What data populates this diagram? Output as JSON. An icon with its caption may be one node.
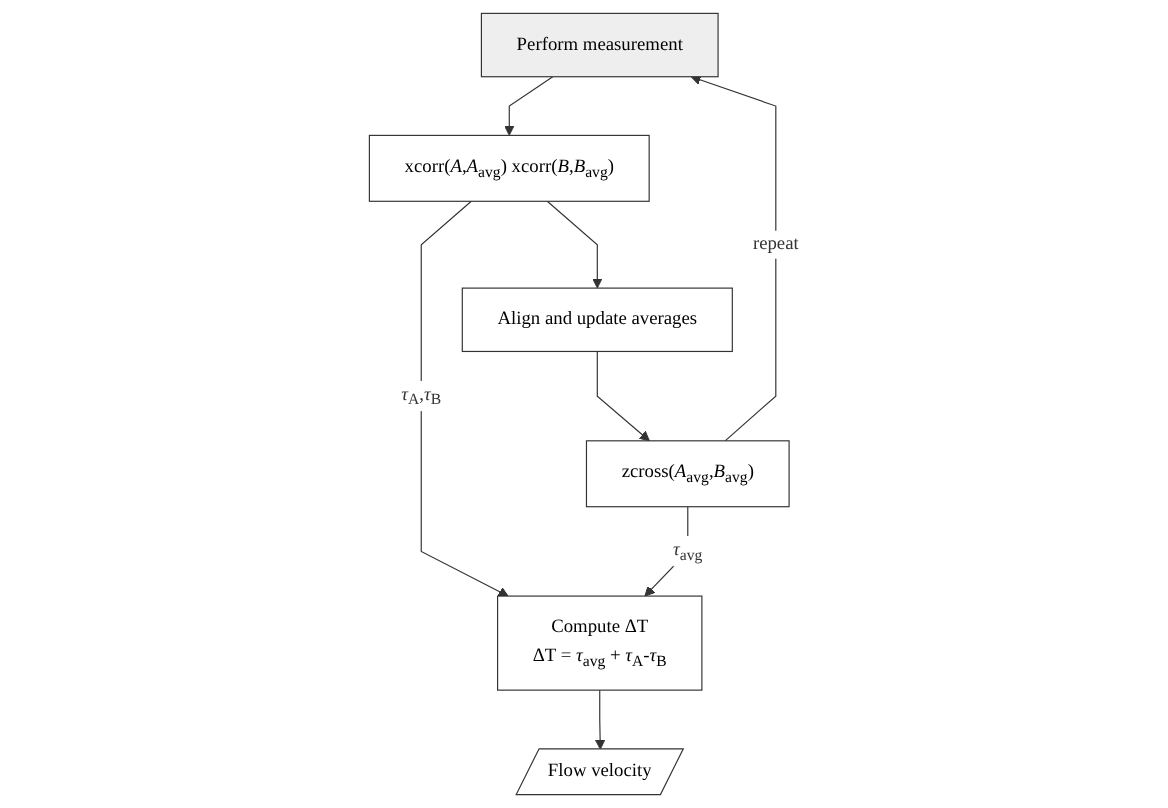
{
  "diagram": {
    "nodes": [
      {
        "text": [
          "Perform measurement"
        ]
      },
      {
        "text": [
          "xcorr(*A*,*A*$_{avg}$) xcorr(*B*,*B*$_{avg}$)"
        ]
      },
      {
        "text": [
          "Align and update averages"
        ]
      },
      {
        "text": [
          "zcross(*A*$_{avg}$,*B*$_{avg}$)"
        ]
      },
      {
        "text": [
          "Compute ΔT",
          "ΔT = *τ*$_{avg}$ + *τ*$_{A}$-*τ*$_{B}$"
        ]
      },
      {
        "text": [
          "Flow velocity"
        ]
      }
    ],
    "edges": [
      {
        "from": 0,
        "to": 1,
        "arrow": "to"
      },
      {
        "from": 1,
        "to": 2,
        "arrow": "to"
      },
      {
        "from": 2,
        "to": 3,
        "arrow": "to"
      },
      {
        "from": 3,
        "to": 0,
        "arrow": "to",
        "label": "repeat"
      },
      {
        "from": 1,
        "to": 4,
        "arrow": "to",
        "label": "*τ*$_{A}$,*τ*$_{B}$"
      },
      {
        "from": 3,
        "to": 4,
        "arrow": "to",
        "label": "*τ*$_{avg}$"
      },
      {
        "from": 4,
        "to": 5,
        "arrow": "to"
      }
    ]
  }
}
